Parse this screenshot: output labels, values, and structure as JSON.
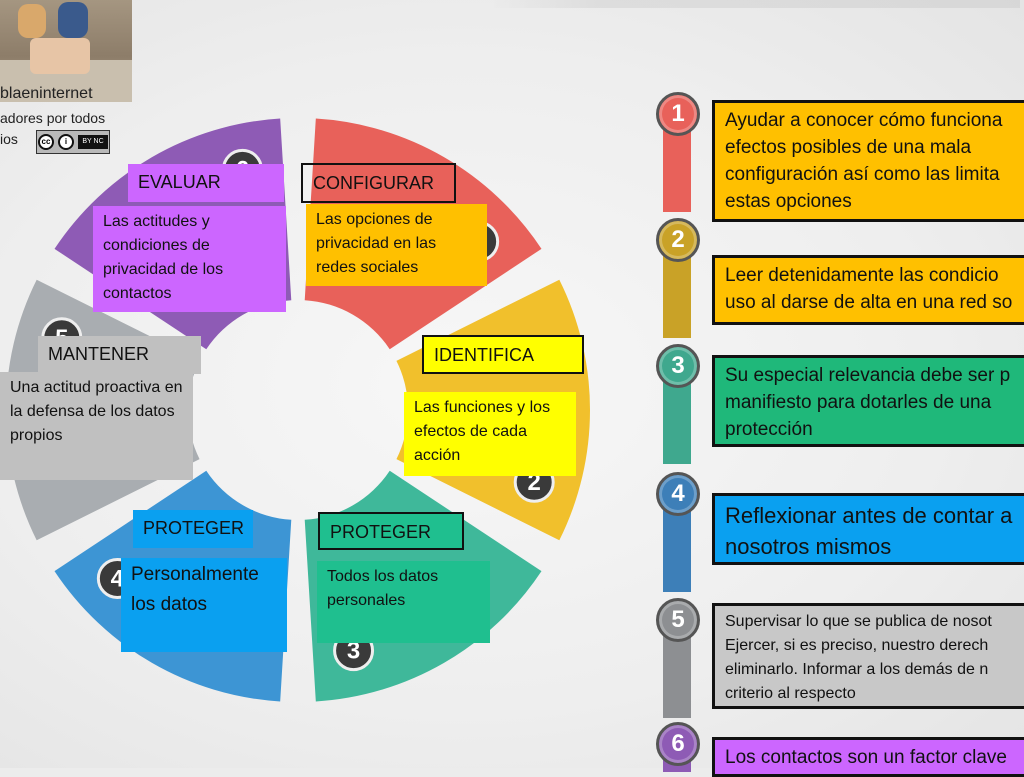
{
  "source": {
    "line1": "blaeninternet",
    "line2": "adores por todos",
    "line3": "ios",
    "license_icon": "cc-by-nc-icon"
  },
  "wheel": {
    "segments": [
      {
        "number": "1",
        "color": "#e8615a"
      },
      {
        "number": "2",
        "color": "#f1c02c"
      },
      {
        "number": "3",
        "color": "#3fb89a"
      },
      {
        "number": "4",
        "color": "#3d95d4"
      },
      {
        "number": "5",
        "color": "#a9adb1"
      },
      {
        "number": "6",
        "color": "#8e5bb5"
      }
    ]
  },
  "steps": {
    "configurar": {
      "label": "CONFIGURAR",
      "text": "Las opciones de privacidad en las redes sociales"
    },
    "identifica": {
      "label": "IDENTIFICA",
      "text": "Las funciones y los efectos de cada acción"
    },
    "proteger_datos": {
      "label": "PROTEGER",
      "text": "Todos los datos personales"
    },
    "proteger_personal": {
      "label": "PROTEGER",
      "text": "Personalmente los datos"
    },
    "mantener": {
      "label": "MANTENER",
      "text": "Una actitud proactiva en la defensa de los datos propios"
    },
    "evaluar": {
      "label": "EVALUAR",
      "text": "Las actitudes y condiciones de privacidad de los contactos"
    }
  },
  "list": [
    {
      "number": "1",
      "color": "#e8615a",
      "box_color": "#ffc000",
      "lines": [
        "Ayudar a conocer cómo funciona",
        "efectos posibles de una mala",
        "configuración así como las limita",
        "estas opciones"
      ]
    },
    {
      "number": "2",
      "color": "#c9a227",
      "box_color": "#ffc000",
      "lines": [
        "Leer detenidamente las condicio",
        "uso al darse de alta en una red so"
      ]
    },
    {
      "number": "3",
      "color": "#3fa88e",
      "box_color": "#1fb87a",
      "lines": [
        "Su especial relevancia debe ser p",
        "manifiesto para dotarles de una",
        "protección"
      ]
    },
    {
      "number": "4",
      "color": "#3d7fb8",
      "box_color": "#0aa0f0",
      "lines": [
        "Reflexionar antes de contar a",
        "nosotros mismos"
      ]
    },
    {
      "number": "5",
      "color": "#8d8f92",
      "box_color": "#c8c8c8",
      "lines": [
        "Supervisar lo que se publica de nosot",
        "Ejercer, si es preciso,  nuestro derech",
        "eliminarlo. Informar a los demás de n",
        "criterio al respecto"
      ]
    },
    {
      "number": "6",
      "color": "#8e5bb5",
      "box_color": "#cc66ff",
      "lines": [
        "Los contactos son un factor clave"
      ]
    }
  ]
}
